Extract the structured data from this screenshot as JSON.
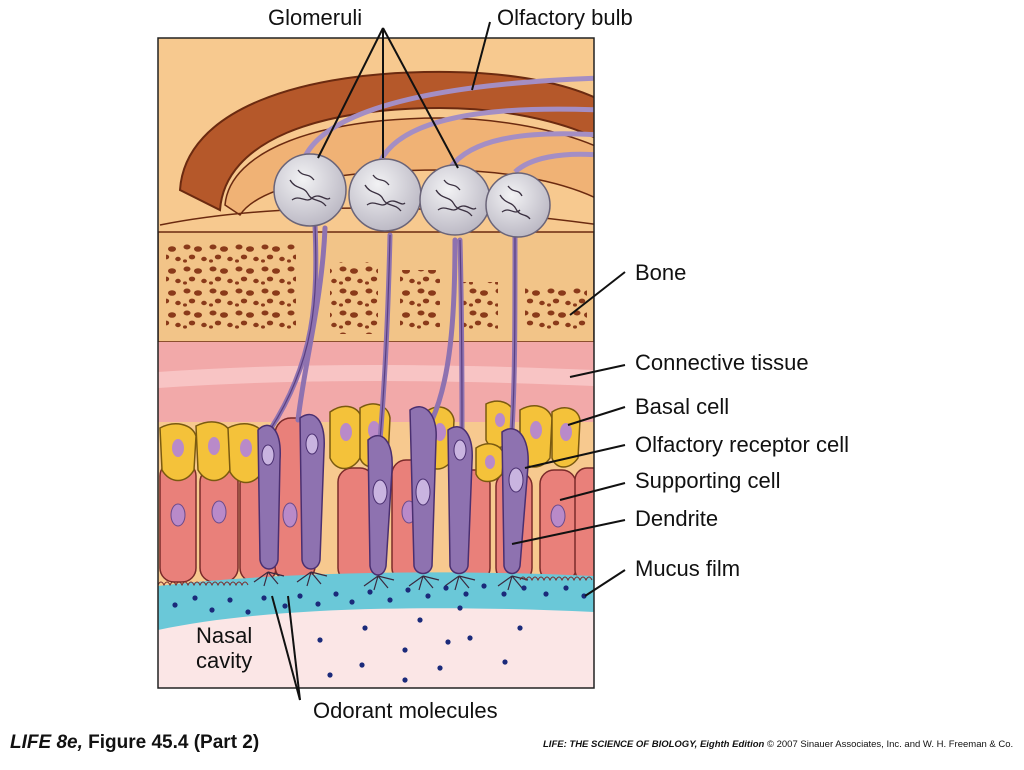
{
  "labels": {
    "glomeruli": "Glomeruli",
    "olfactory_bulb": "Olfactory bulb",
    "bone": "Bone",
    "connective_tissue": "Connective tissue",
    "basal_cell": "Basal cell",
    "olfactory_receptor_cell": "Olfactory receptor cell",
    "supporting_cell": "Supporting cell",
    "dendrite": "Dendrite",
    "mucus_film": "Mucus film",
    "nasal": "Nasal",
    "cavity": "cavity",
    "odorant_molecules": "Odorant molecules"
  },
  "caption": {
    "book": "LIFE 8e,",
    "figure": " Figure 45.4 (Part 2)"
  },
  "credit": {
    "title": "LIFE: THE SCIENCE OF BIOLOGY, Eighth Edition",
    "rights": "  © 2007 Sinauer Associates, Inc. and W. H. Freeman & Co."
  },
  "colors": {
    "bulb_bg": "#f7c98f",
    "brown_arc": "#b5582a",
    "bone": "#f2c488",
    "bone_pores": "#8a3a1a",
    "connective": "#f2a9a9",
    "basal": "#f4c23a",
    "supporting": "#e9807a",
    "receptor": "#8e72b0",
    "mucus": "#6ac8d8",
    "cavity": "#fbe6e6",
    "molecule": "#1b2a7a"
  }
}
